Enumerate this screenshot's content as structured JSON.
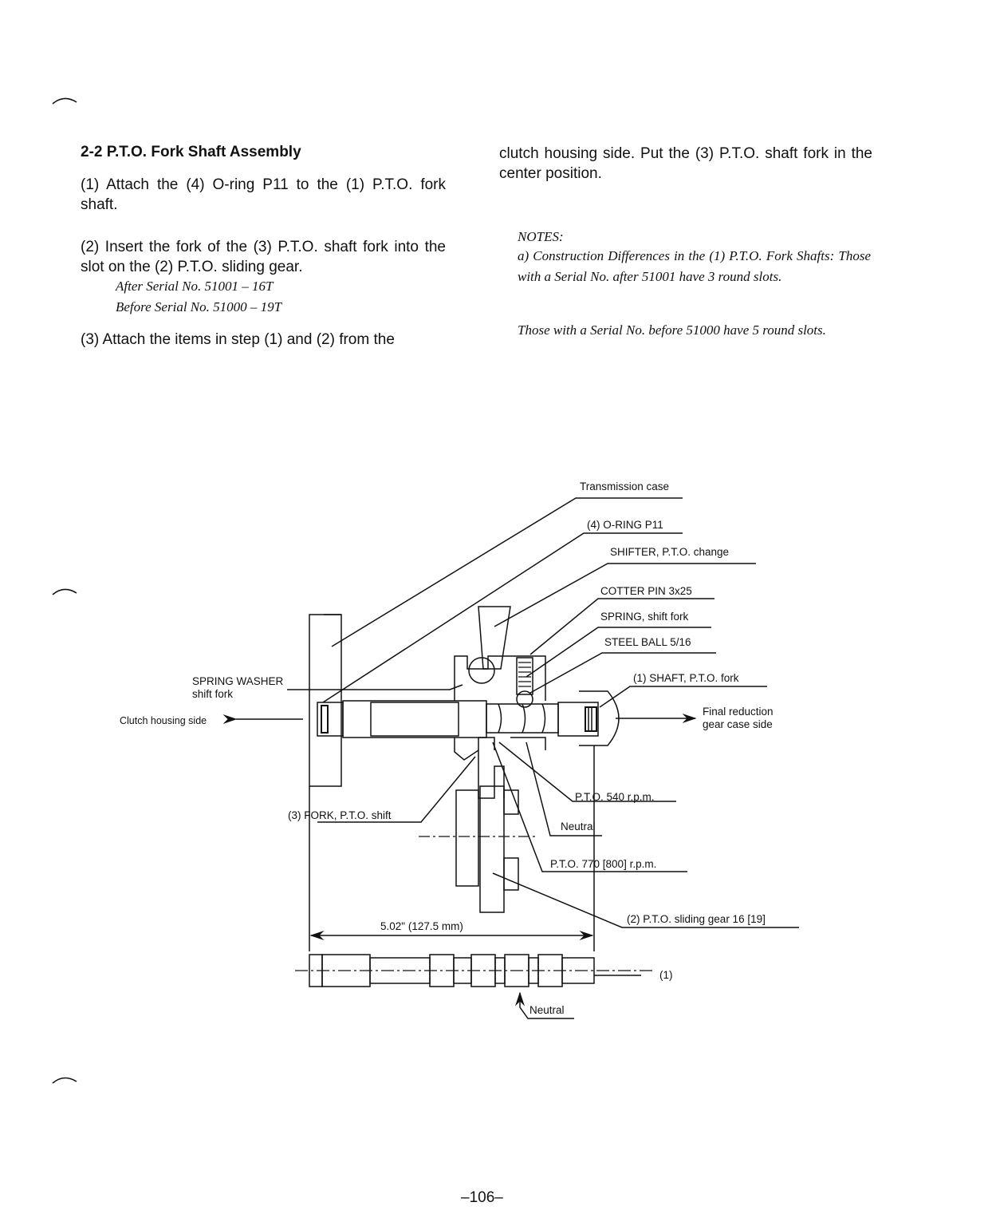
{
  "left_column": {
    "heading": "2-2  P.T.O. Fork Shaft Assembly",
    "step1": "(1)  Attach the (4) O-ring P11 to the (1) P.T.O. fork shaft.",
    "step2": "(2)  Insert the fork of the (3) P.T.O. shaft fork into the slot on the (2) P.T.O. sliding gear.",
    "serial_after": "After Serial No. 51001 – 16T",
    "serial_before": "Before Serial No. 51000 – 19T",
    "step3": "(3)  Attach the items in step (1) and (2) from the"
  },
  "right_column": {
    "continuation": "clutch housing side.  Put the (3) P.T.O. shaft fork in the center position.",
    "notes_title": "NOTES:",
    "note_a": "a) Construction Differences in the (1) P.T.O. Fork Shafts:  Those with a Serial No. after 51001 have 3 round slots.",
    "note_b": "Those with a Serial No. before 51000 have 5 round slots."
  },
  "diagram": {
    "labels": {
      "transmission_case": "Transmission case",
      "o_ring": "(4) O-RING P11",
      "shifter": "SHIFTER, P.T.O. change",
      "cotter_pin": "COTTER PIN 3x25",
      "spring": "SPRING, shift fork",
      "steel_ball": "STEEL BALL 5/16",
      "shaft": "(1) SHAFT, P.T.O. fork",
      "spring_washer_1": "SPRING WASHER",
      "spring_washer_2": "shift fork",
      "clutch_side": "Clutch housing side",
      "final_reduction_1": "Final reduction",
      "final_reduction_2": "gear case side",
      "pto_540": "P.T.O. 540 r.p.m.",
      "neutral": "Neutral",
      "pto_770": "P.T.O. 770 [800] r.p.m.",
      "fork": "(3) FORK, P.T.O. shift",
      "sliding_gear": "(2) P.T.O. sliding gear 16 [19]",
      "dimension": "5.02\" (127.5 mm)",
      "item_1": "(1)",
      "neutral_bottom": "Neutral"
    }
  },
  "footer": {
    "page_number": "–106–"
  }
}
